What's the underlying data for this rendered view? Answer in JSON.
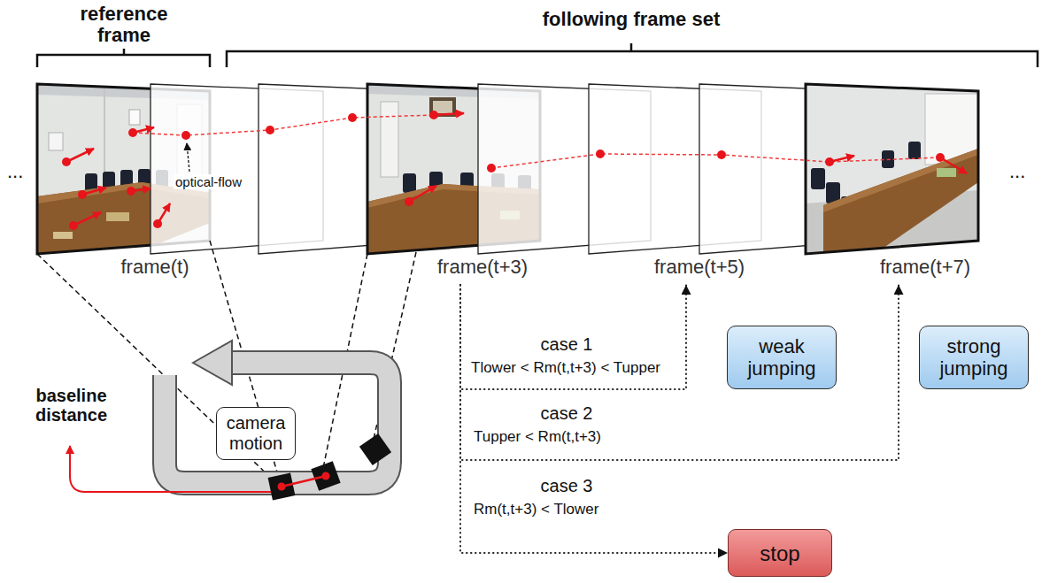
{
  "diagram": {
    "nodes": [
      {
        "text": [
          "frame(t)"
        ]
      },
      {
        "text": [
          "frame(t+3)"
        ]
      },
      {
        "text": [
          "frame(t+5)"
        ]
      },
      {
        "text": [
          "frame(t+7)"
        ]
      },
      {
        "text": [
          "camera motion"
        ]
      },
      {
        "text": [
          "weak jumping"
        ]
      },
      {
        "text": [
          "strong jumping"
        ]
      },
      {
        "text": [
          "stop"
        ]
      }
    ],
    "edges": [
      {
        "from": 1,
        "to": 2,
        "arrow": "to"
      },
      {
        "from": 1,
        "to": 3,
        "arrow": "to"
      },
      {
        "from": 1,
        "to": 7,
        "arrow": "to"
      }
    ],
    "labels": [
      "reference frame",
      "following frame set",
      "optical-flow",
      "...",
      "...",
      "baseline distance",
      "case 1",
      "Tlower < Rm(t,t+3) < Tupper",
      "case 2",
      "Tupper < Rm(t,t+3)",
      "case 3",
      "Rm(t,t+3) < Tlower"
    ]
  }
}
